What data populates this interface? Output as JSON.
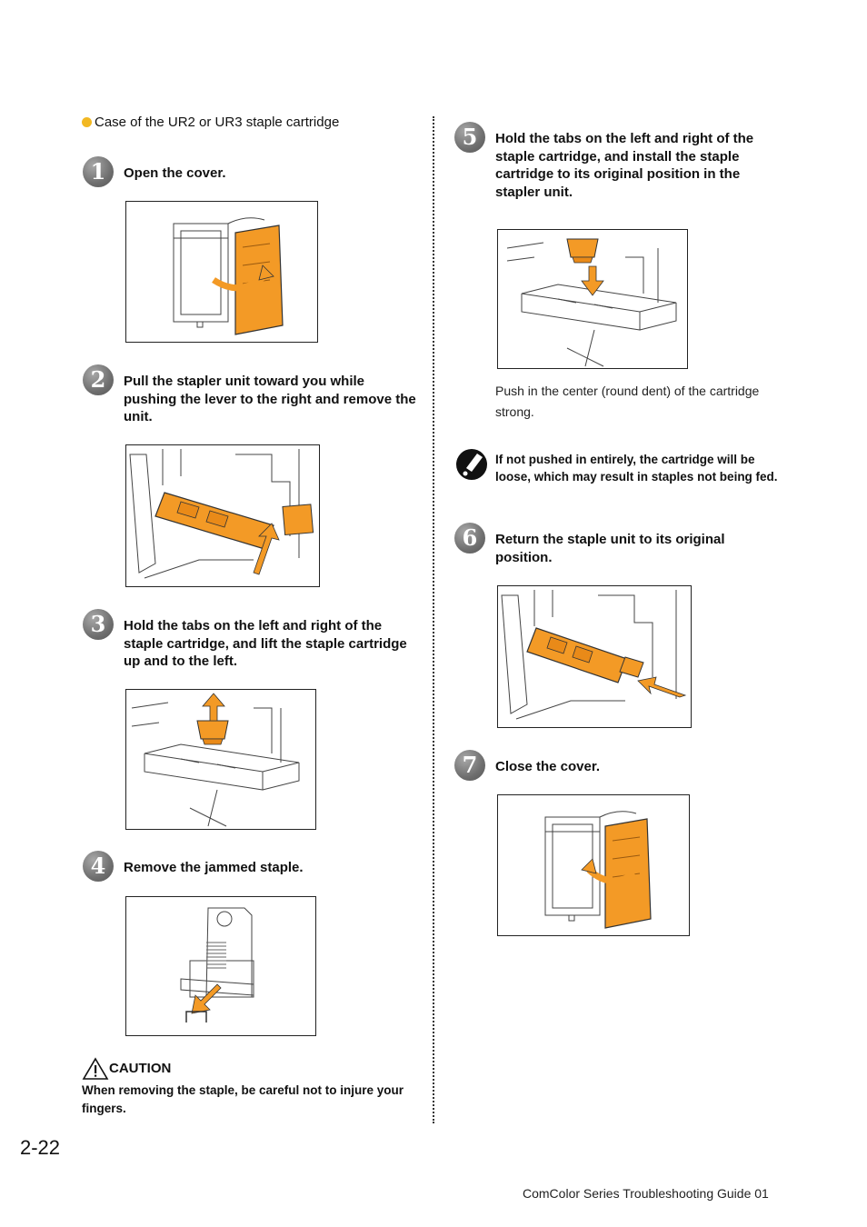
{
  "case_line": "Case of the UR2 or UR3 staple cartridge",
  "steps": [
    {
      "num": "1",
      "text": "Open the cover."
    },
    {
      "num": "2",
      "text": "Pull the stapler unit toward you while pushing the lever to the right and remove the unit."
    },
    {
      "num": "3",
      "text": "Hold the tabs on the left and right of the staple cartridge, and lift the staple cartridge up and to the left."
    },
    {
      "num": "4",
      "text": "Remove the jammed staple."
    },
    {
      "num": "5",
      "text": "Hold the tabs on the left and right of the staple cartridge, and install the staple cartridge to its original position in the stapler unit."
    },
    {
      "num": "6",
      "text": "Return the staple unit to its original position."
    },
    {
      "num": "7",
      "text": "Close the cover."
    }
  ],
  "caution": {
    "title": "CAUTION",
    "text": "When removing the staple, be careful not to injure your fingers."
  },
  "push_note": "Push in the center (round dent) of the cartridge strong.",
  "warning_note": "If not pushed in entirely, the cartridge will be loose, which may result in staples not being fed.",
  "page_number": "2-22",
  "footer": "ComColor Series  Troubleshooting Guide  01",
  "colors": {
    "accent": "#f2b822",
    "illustration_orange": "#f39a26",
    "step_badge": "#777777"
  }
}
